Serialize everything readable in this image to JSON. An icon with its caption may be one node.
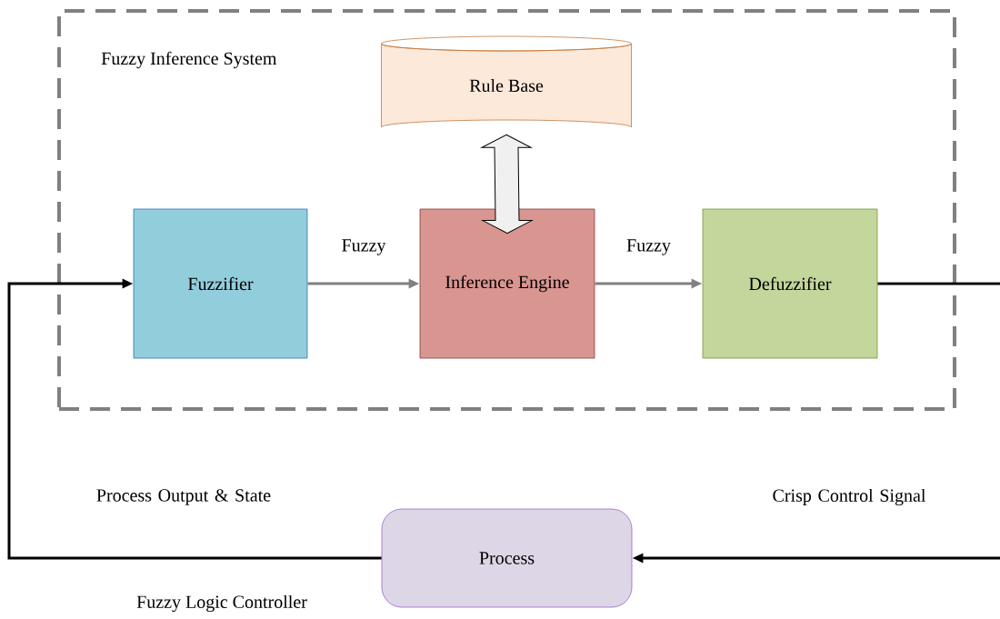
{
  "diagram": {
    "nodes": [
      {
        "text": [
          "Fuzzy Inference System"
        ]
      },
      {
        "text": [
          "Rule Base"
        ],
        "in": 0
      },
      {
        "text": [
          "Fuzzifier"
        ],
        "in": 0
      },
      {
        "text": [
          "Inference Engine"
        ],
        "in": 0
      },
      {
        "text": [
          "Defuzzifier"
        ],
        "in": 0
      },
      {
        "text": [
          "Process"
        ]
      }
    ],
    "edges": [
      {
        "from": 2,
        "to": 3,
        "arrow": "to",
        "label": "Fuzzy",
        "color": "#808080"
      },
      {
        "from": 3,
        "to": 4,
        "arrow": "to",
        "label": "Fuzzy",
        "color": "#808080"
      },
      {
        "from": 1,
        "to": 3,
        "arrow": "both",
        "style": "thick"
      },
      {
        "from": 4,
        "to": 5,
        "arrow": "to",
        "label": "Crisp Control Signal",
        "color": "#000000"
      },
      {
        "from": 5,
        "to": 2,
        "arrow": "to",
        "label": "Process Output & State",
        "color": "#000000"
      }
    ],
    "labels": [
      "Fuzzy Logic Controller"
    ]
  }
}
